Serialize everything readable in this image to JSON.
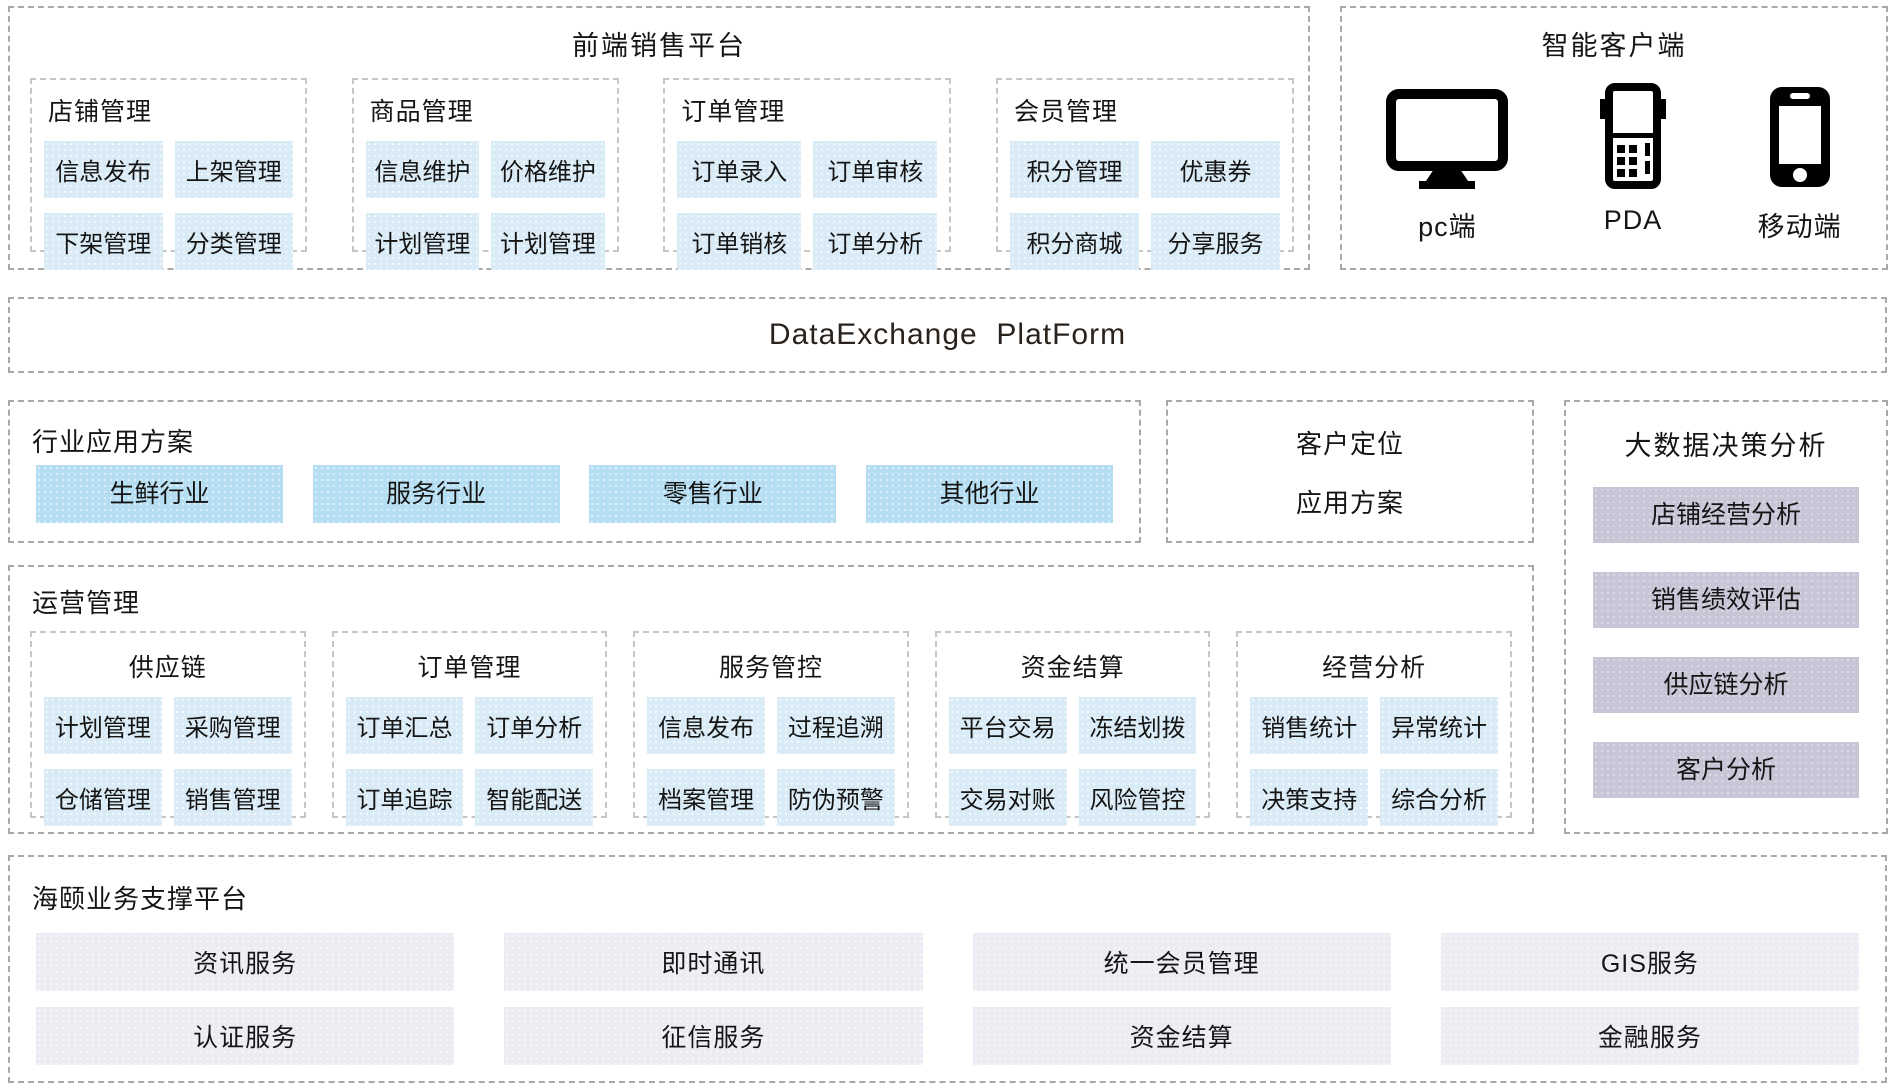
{
  "frontend": {
    "title": "前端销售平台",
    "groups": [
      {
        "title": "店铺管理",
        "items": [
          "信息发布",
          "上架管理",
          "下架管理",
          "分类管理"
        ]
      },
      {
        "title": "商品管理",
        "items": [
          "信息维护",
          "价格维护",
          "计划管理",
          "计划管理"
        ]
      },
      {
        "title": "订单管理",
        "items": [
          "订单录入",
          "订单审核",
          "订单销核",
          "订单分析"
        ]
      },
      {
        "title": "会员管理",
        "items": [
          "积分管理",
          "优惠券",
          "积分商城",
          "分享服务"
        ]
      }
    ]
  },
  "clients": {
    "title": "智能客户端",
    "devices": [
      {
        "label": "pc端",
        "icon": "desktop-icon"
      },
      {
        "label": "PDA",
        "icon": "pda-icon"
      },
      {
        "label": "移动端",
        "icon": "mobile-icon"
      }
    ]
  },
  "exchange": {
    "title": "DataExchange  PlatForm"
  },
  "industry": {
    "title": "行业应用方案",
    "items": [
      "生鲜行业",
      "服务行业",
      "零售行业",
      "其他行业"
    ]
  },
  "positioning": {
    "line1": "客户定位",
    "line2": "应用方案"
  },
  "bigdata": {
    "title": "大数据决策分析",
    "items": [
      "店铺经营分析",
      "销售绩效评估",
      "供应链分析",
      "客户分析"
    ]
  },
  "operations": {
    "title": "运营管理",
    "groups": [
      {
        "title": "供应链",
        "items": [
          "计划管理",
          "采购管理",
          "仓储管理",
          "销售管理"
        ]
      },
      {
        "title": "订单管理",
        "items": [
          "订单汇总",
          "订单分析",
          "订单追踪",
          "智能配送"
        ]
      },
      {
        "title": "服务管控",
        "items": [
          "信息发布",
          "过程追溯",
          "档案管理",
          "防伪预警"
        ]
      },
      {
        "title": "资金结算",
        "items": [
          "平台交易",
          "冻结划拨",
          "交易对账",
          "风险管控"
        ]
      },
      {
        "title": "经营分析",
        "items": [
          "销售统计",
          "异常统计",
          "决策支持",
          "综合分析"
        ]
      }
    ]
  },
  "support": {
    "title": "海颐业务支撑平台",
    "items": [
      "资讯服务",
      "即时通讯",
      "统一会员管理",
      "GIS服务",
      "认证服务",
      "征信服务",
      "资金结算",
      "金融服务"
    ]
  },
  "colors": {
    "chip_blue": "#d9ebf6",
    "button_blue": "#b6def2",
    "chip_lavender": "#c9c5d7",
    "button_lavender": "#eeecf3",
    "dashed_border": "#a9a9a9"
  }
}
